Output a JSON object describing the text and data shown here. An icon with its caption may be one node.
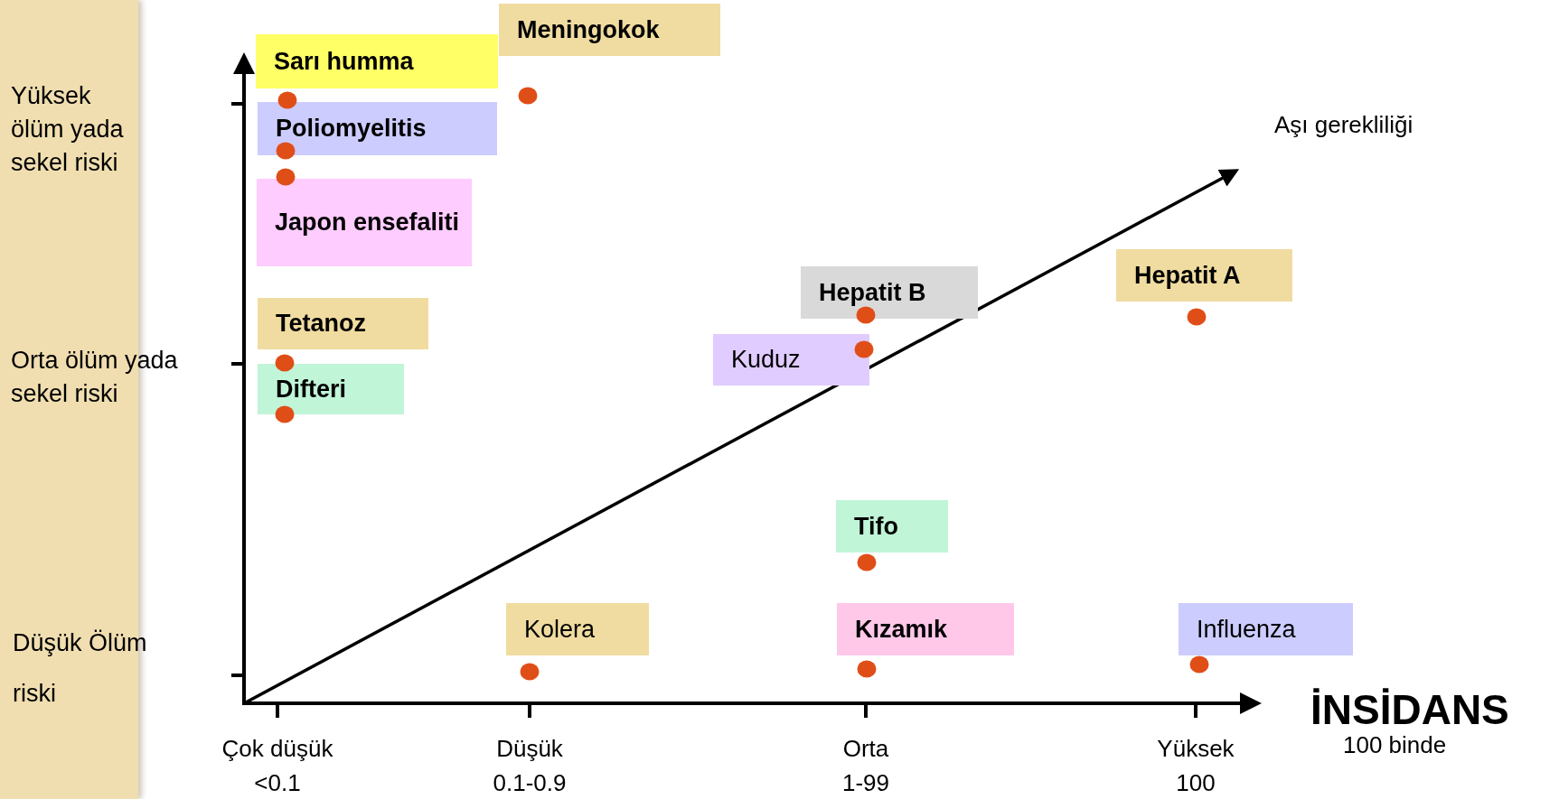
{
  "diagram": {
    "nodes": [
      {
        "text": [
          "Meningokok"
        ]
      },
      {
        "text": [
          "Sarı humma"
        ]
      },
      {
        "text": [
          "Poliomyelitis"
        ]
      },
      {
        "text": [
          "Japon ensefaliti"
        ]
      },
      {
        "text": [
          "Hepatit A"
        ]
      },
      {
        "text": [
          "Hepatit B"
        ]
      },
      {
        "text": [
          "Tetanoz"
        ]
      },
      {
        "text": [
          "Kuduz"
        ]
      },
      {
        "text": [
          "Difteri"
        ]
      },
      {
        "text": [
          "Tifo"
        ]
      },
      {
        "text": [
          "Kolera"
        ]
      },
      {
        "text": [
          "Kızamık"
        ]
      },
      {
        "text": [
          "Influenza"
        ]
      }
    ],
    "labels": [
      "Yüksek ölüm yada sekel riski",
      "Aşı gerekliliği",
      "Orta ölüm yada sekel riski",
      "Düşük Ölüm riski",
      "İNSİDANS",
      "Çok düşük <0.1",
      "Düşük 0.1-0.9",
      "Orta 1-99",
      "Yüksek 100",
      "100 binde"
    ]
  }
}
